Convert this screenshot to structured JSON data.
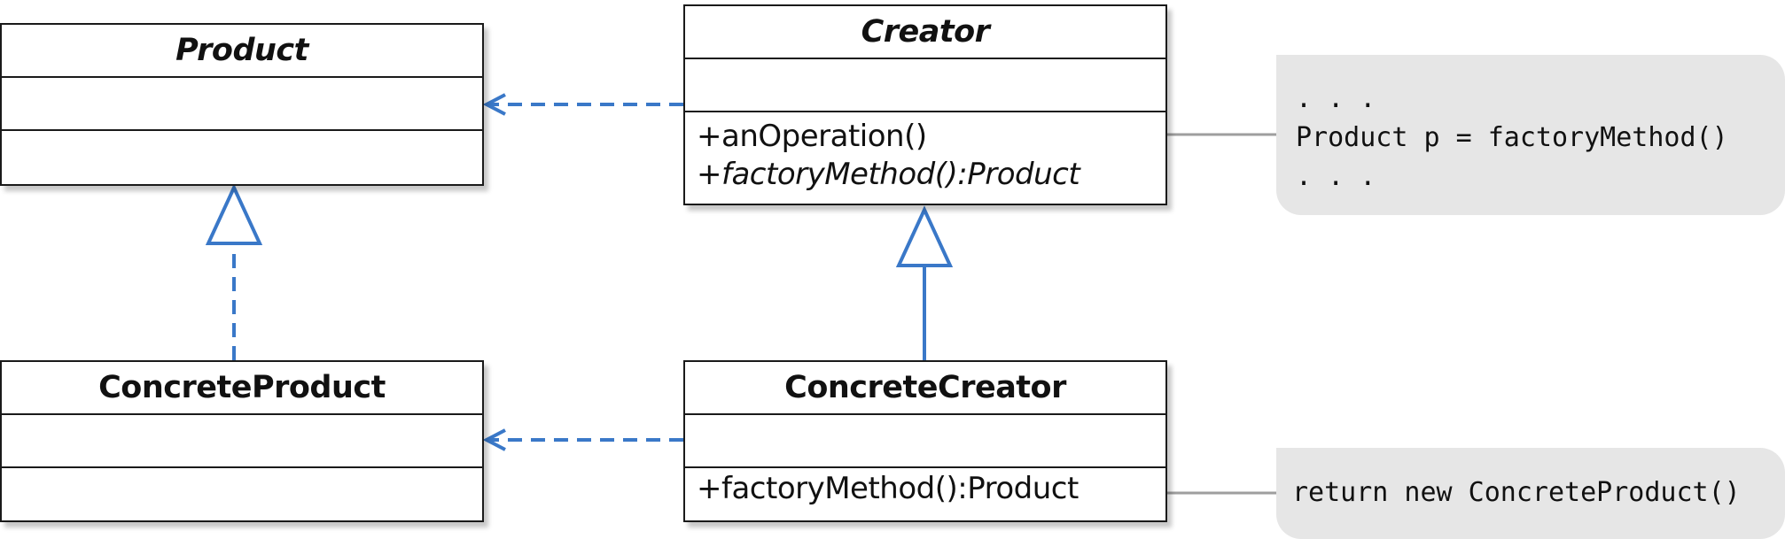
{
  "diagram": {
    "classes": {
      "product": {
        "name": "Product",
        "abstract": true,
        "operations": []
      },
      "creator": {
        "name": "Creator",
        "abstract": true,
        "operations": [
          {
            "text": "+anOperation()",
            "abstract": false
          },
          {
            "text": "+factoryMethod():Product",
            "abstract": true
          }
        ]
      },
      "concrete_product": {
        "name": "ConcreteProduct",
        "abstract": false,
        "operations": []
      },
      "concrete_creator": {
        "name": "ConcreteCreator",
        "abstract": false,
        "operations": [
          {
            "text": "+factoryMethod():Product",
            "abstract": false
          }
        ]
      }
    },
    "notes": {
      "creator_note": {
        "lines": [
          ". . .",
          "Product p = factoryMethod()",
          ". . ."
        ]
      },
      "concrete_creator_note": {
        "lines": [
          "return new ConcreteProduct()"
        ]
      }
    },
    "relationships": [
      {
        "type": "dependency",
        "from": "creator",
        "to": "product"
      },
      {
        "type": "dependency",
        "from": "concrete_creator",
        "to": "concrete_product"
      },
      {
        "type": "realization",
        "from": "concrete_product",
        "to": "product"
      },
      {
        "type": "generalization",
        "from": "concrete_creator",
        "to": "creator"
      }
    ],
    "colors": {
      "connector": "#3a78c8",
      "note_line": "#9e9e9e",
      "note_fill": "#e6e6e6",
      "class_border": "#1a1a1a"
    }
  }
}
